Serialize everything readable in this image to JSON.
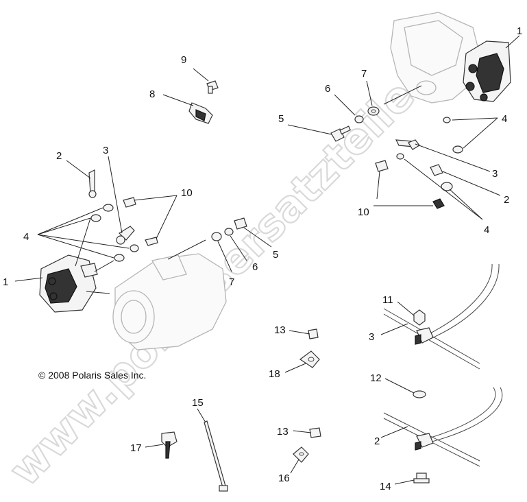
{
  "diagram": {
    "copyright": "© 2008 Polaris Sales Inc.",
    "watermark": "www.polarisersatzteile.de",
    "callouts": {
      "c1_left": "1",
      "c1_right": "1",
      "c2_left": "2",
      "c2_right": "2",
      "c2_bottom": "2",
      "c3_left": "3",
      "c3_right": "3",
      "c3_bottom": "3",
      "c4_left": "4",
      "c4_right_top": "4",
      "c4_right_bottom": "4",
      "c5_left": "5",
      "c5_right": "5",
      "c6_left": "6",
      "c6_right": "6",
      "c7_left": "7",
      "c7_right": "7",
      "c8": "8",
      "c9": "9",
      "c10_left": "10",
      "c10_right": "10",
      "c11": "11",
      "c12": "12",
      "c13_top": "13",
      "c13_bottom": "13",
      "c14": "14",
      "c15": "15",
      "c16": "16",
      "c17": "17",
      "c18": "18"
    }
  }
}
